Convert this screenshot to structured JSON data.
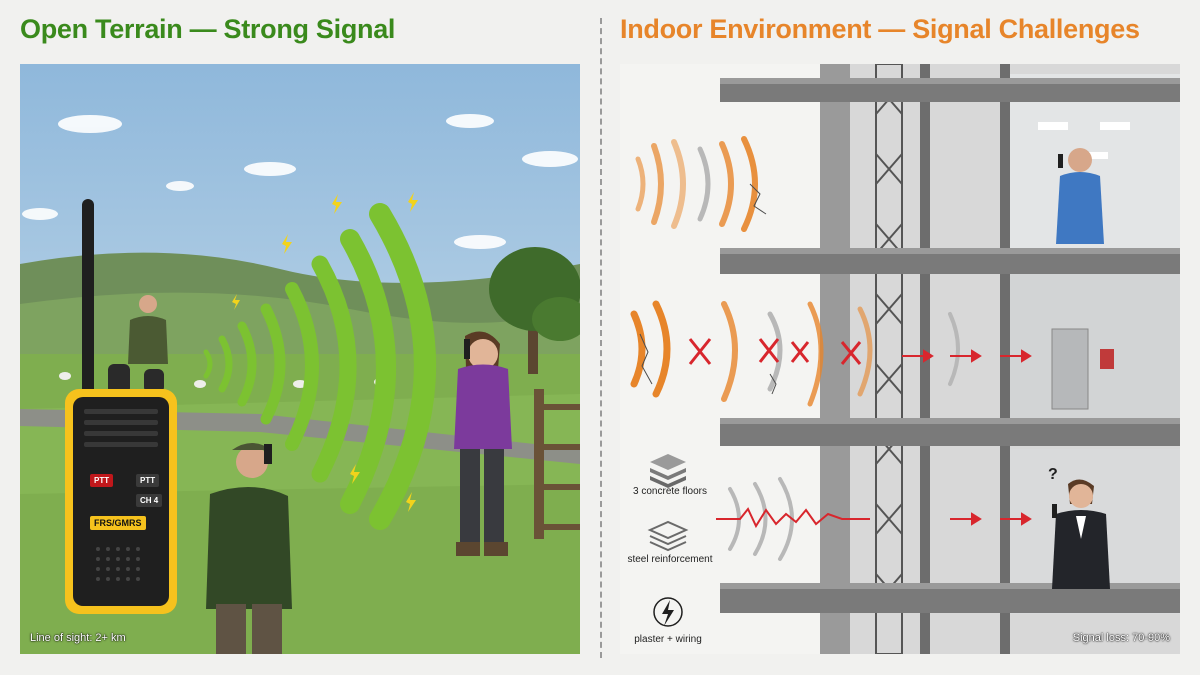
{
  "left_panel": {
    "title": "Open Terrain — Strong Signal",
    "caption": "Line of sight: 2+ km",
    "radio": {
      "ptt_left": "PTT",
      "ptt_right": "PTT",
      "ch_label": "CH 4",
      "model_label": "FRS/GMRS",
      "body_color": "#1f1f1f",
      "trim_color": "#f6c21d"
    },
    "signal_color": "#7cc231"
  },
  "right_panel": {
    "title": "Indoor Environment — Signal Challenges",
    "caption": "Signal loss: 70-90%",
    "question_mark": "?",
    "legend": [
      {
        "icon": "concrete-stack-icon",
        "label": "3 concrete floors"
      },
      {
        "icon": "steel-grid-icon",
        "label": "steel reinforcement"
      },
      {
        "icon": "lightning-icon",
        "label": "plaster + wiring"
      }
    ],
    "signal_color": "#e7852a",
    "blocked_color": "#d8262d"
  }
}
